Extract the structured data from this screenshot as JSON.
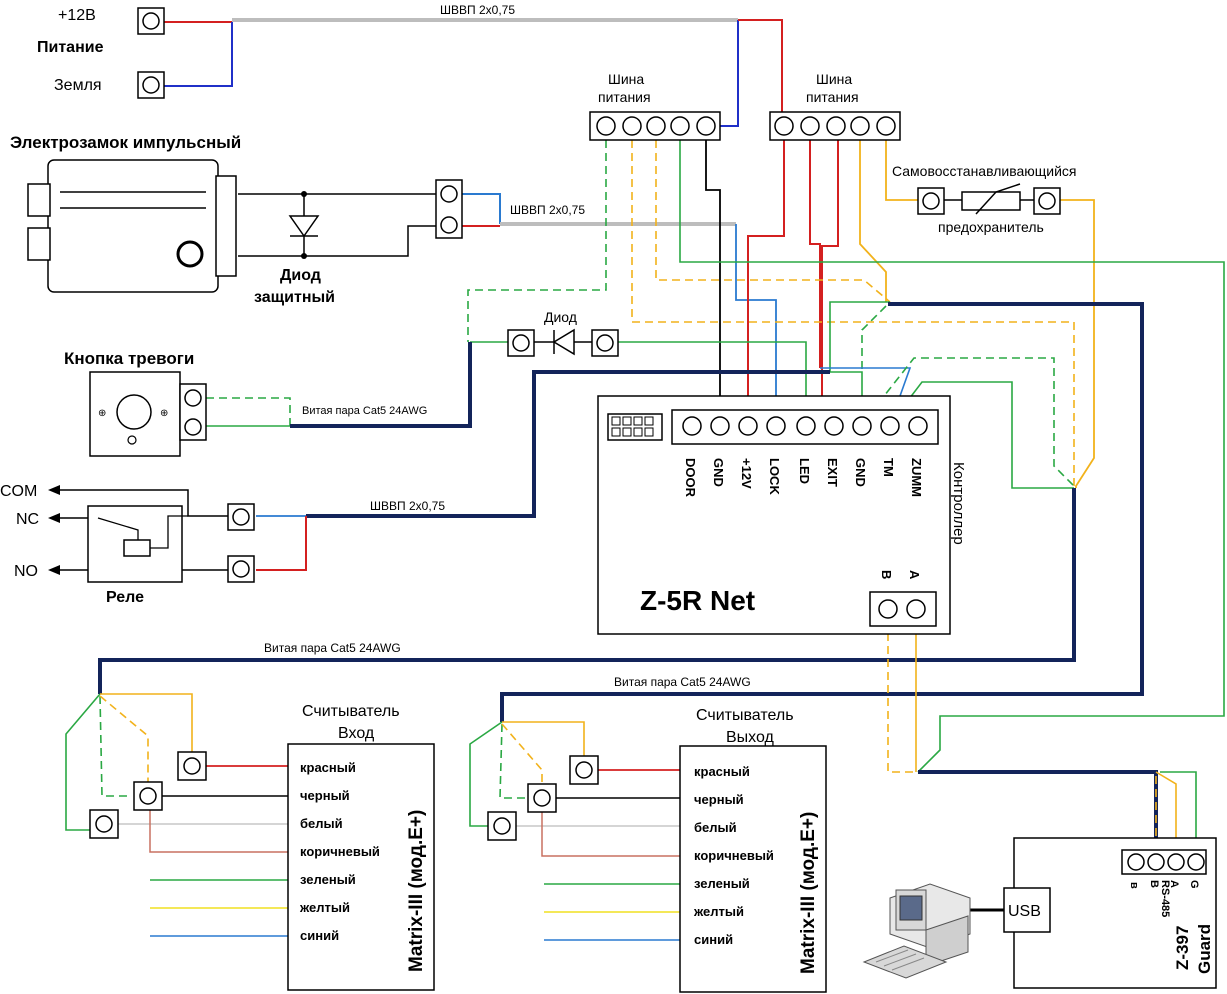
{
  "power": {
    "plus12": "+12В",
    "title": "Питание",
    "ground": "Земля",
    "cable_top": "ШВВП 2х0,75"
  },
  "bus1": {
    "line1": "Шина",
    "line2": "питания"
  },
  "bus2": {
    "line1": "Шина",
    "line2": "питания"
  },
  "lock": {
    "title": "Электрозамок импульсный",
    "cable": "ШВВП 2х0,75",
    "diode_line1": "Диод",
    "diode_line2": "защитный"
  },
  "fuse": {
    "title": "Самовосстанавливающийся",
    "label": "предохранитель"
  },
  "diode": "Диод",
  "alarm": {
    "title": "Кнопка тревоги",
    "cable": "Витая пара Cat5 24AWG"
  },
  "relay": {
    "com": "COM",
    "nc": "NC",
    "no": "NO",
    "title": "Реле",
    "cable": "ШВВП 2х0,75"
  },
  "controller": {
    "name": "Z-5R Net",
    "label": "Контроллер",
    "terminals": [
      "DOOR",
      "GND",
      "+12V",
      "LOCK",
      "LED",
      "EXIT",
      "GND",
      "TM",
      "ZUMM"
    ],
    "rs485": [
      "B",
      "A"
    ]
  },
  "cable_cat5_1": "Витая пара Cat5 24AWG",
  "cable_cat5_2": "Витая пара Cat5 24AWG",
  "reader_in": {
    "line1": "Считыватель",
    "line2": "Вход",
    "model": "Matrix-III (мод.E+)",
    "wires": [
      "красный",
      "черный",
      "белый",
      "коричневый",
      "зеленый",
      "желтый",
      "синий"
    ]
  },
  "reader_out": {
    "line1": "Считыватель",
    "line2": "Выход",
    "model": "Matrix-III (мод.E+)",
    "wires": [
      "красный",
      "черный",
      "белый",
      "коричневый",
      "зеленый",
      "желтый",
      "синий"
    ]
  },
  "guard": {
    "name_line1": "Z-397",
    "name_line2": "Guard",
    "usb": "USB",
    "pins": [
      "B",
      "A",
      "G"
    ],
    "pin_left": "в",
    "rs485": "RS-485"
  },
  "colors": {
    "red": "#d42020",
    "blue": "#2030c8",
    "gray": "#bdbdbd",
    "green": "#2aa843",
    "orange": "#f2b21b",
    "navy": "#13245a",
    "brown": "#c87060",
    "light_blue": "#2a7ad0",
    "yellow": "#f0e020"
  }
}
